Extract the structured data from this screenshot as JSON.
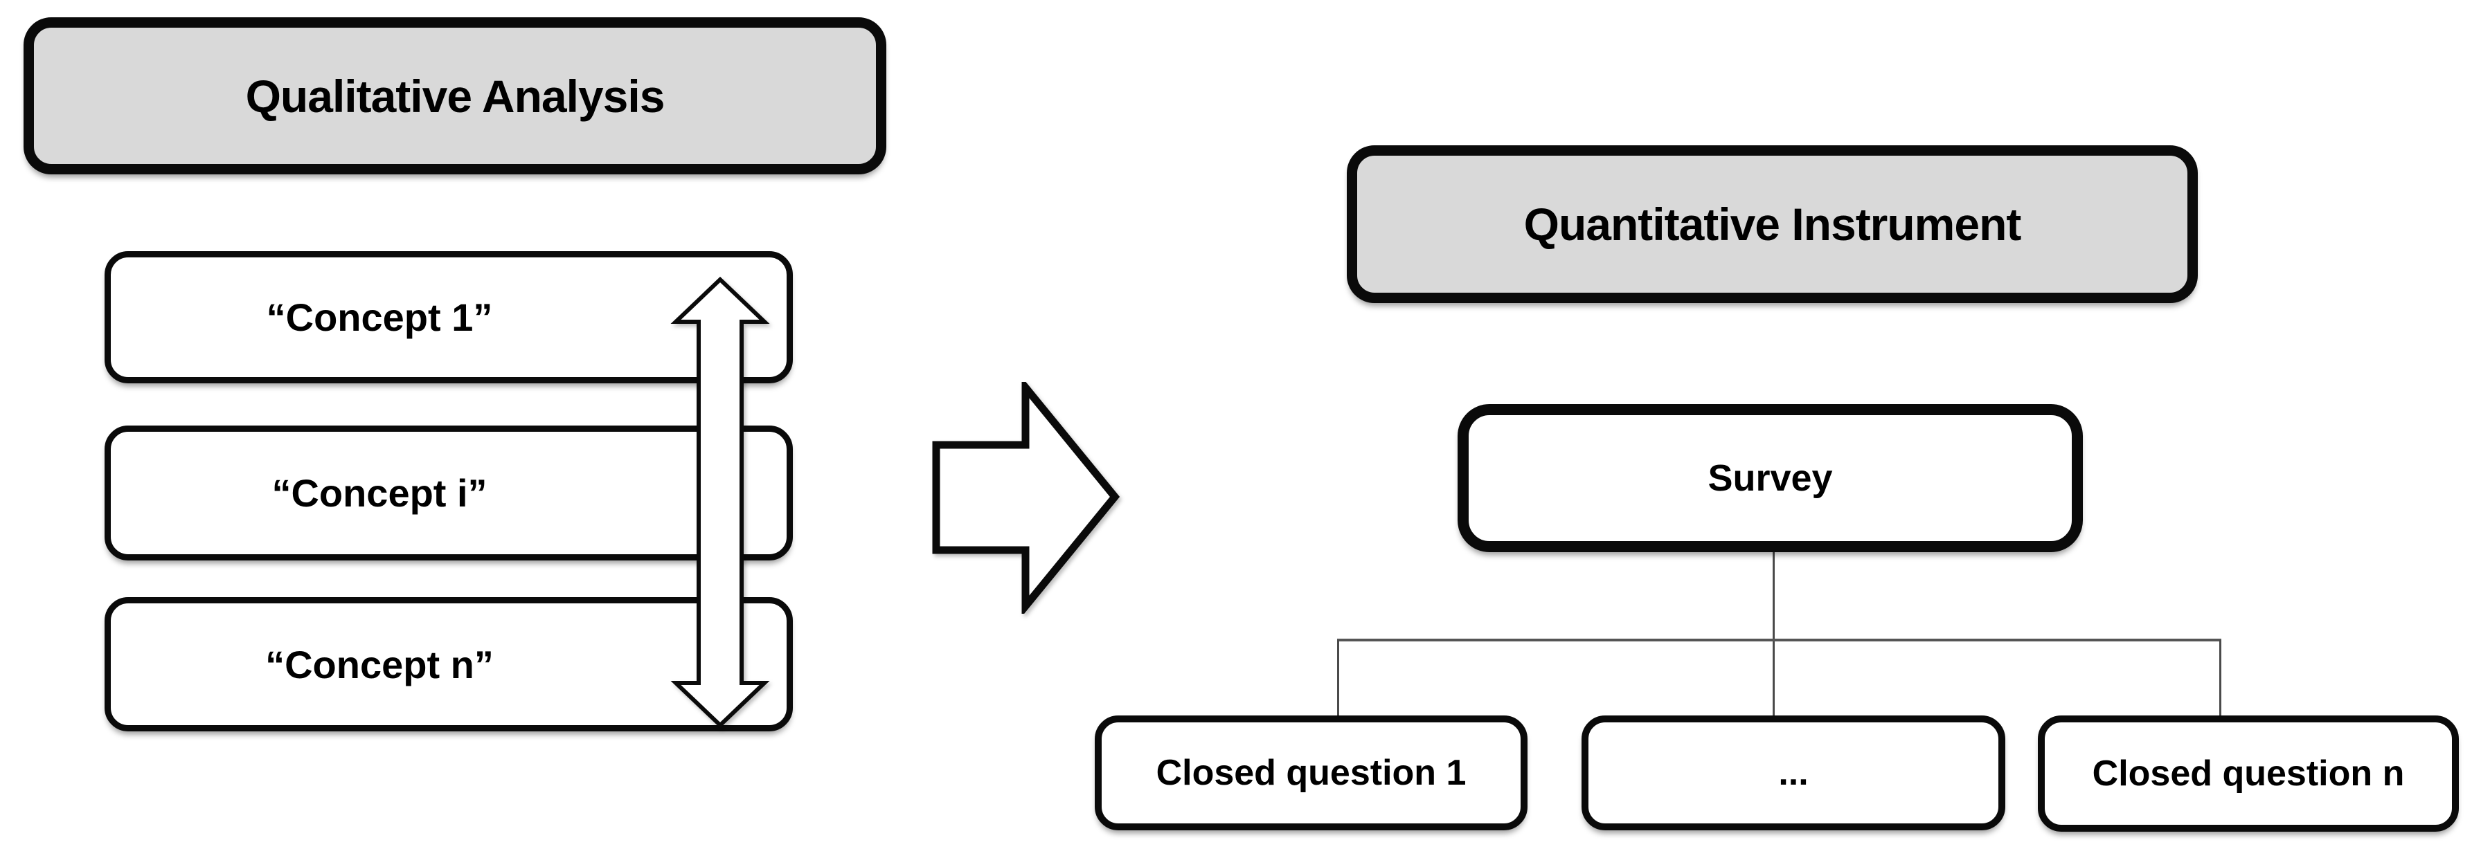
{
  "diagram": {
    "title_context": "Qualitative concepts transformed into a quantitative survey instrument",
    "left_panel": {
      "header": "Qualitative Analysis",
      "concepts": [
        {
          "label": "“Concept 1”"
        },
        {
          "label": "“Concept i”"
        },
        {
          "label": "“Concept n”"
        }
      ]
    },
    "right_panel": {
      "header": "Quantitative Instrument",
      "survey": "Survey",
      "questions": [
        {
          "label": "Closed question 1"
        },
        {
          "label": "..."
        },
        {
          "label": "Closed question n"
        }
      ]
    },
    "icons": {
      "bidirectional": "up-down-double-arrow-icon",
      "transform": "right-block-arrow-icon"
    },
    "colors": {
      "background": "#ffffff",
      "header_fill": "#d9d9d9",
      "box_fill": "#ffffff",
      "box_border": "#0a0a0a",
      "connector_line": "#4a4a4a"
    }
  }
}
